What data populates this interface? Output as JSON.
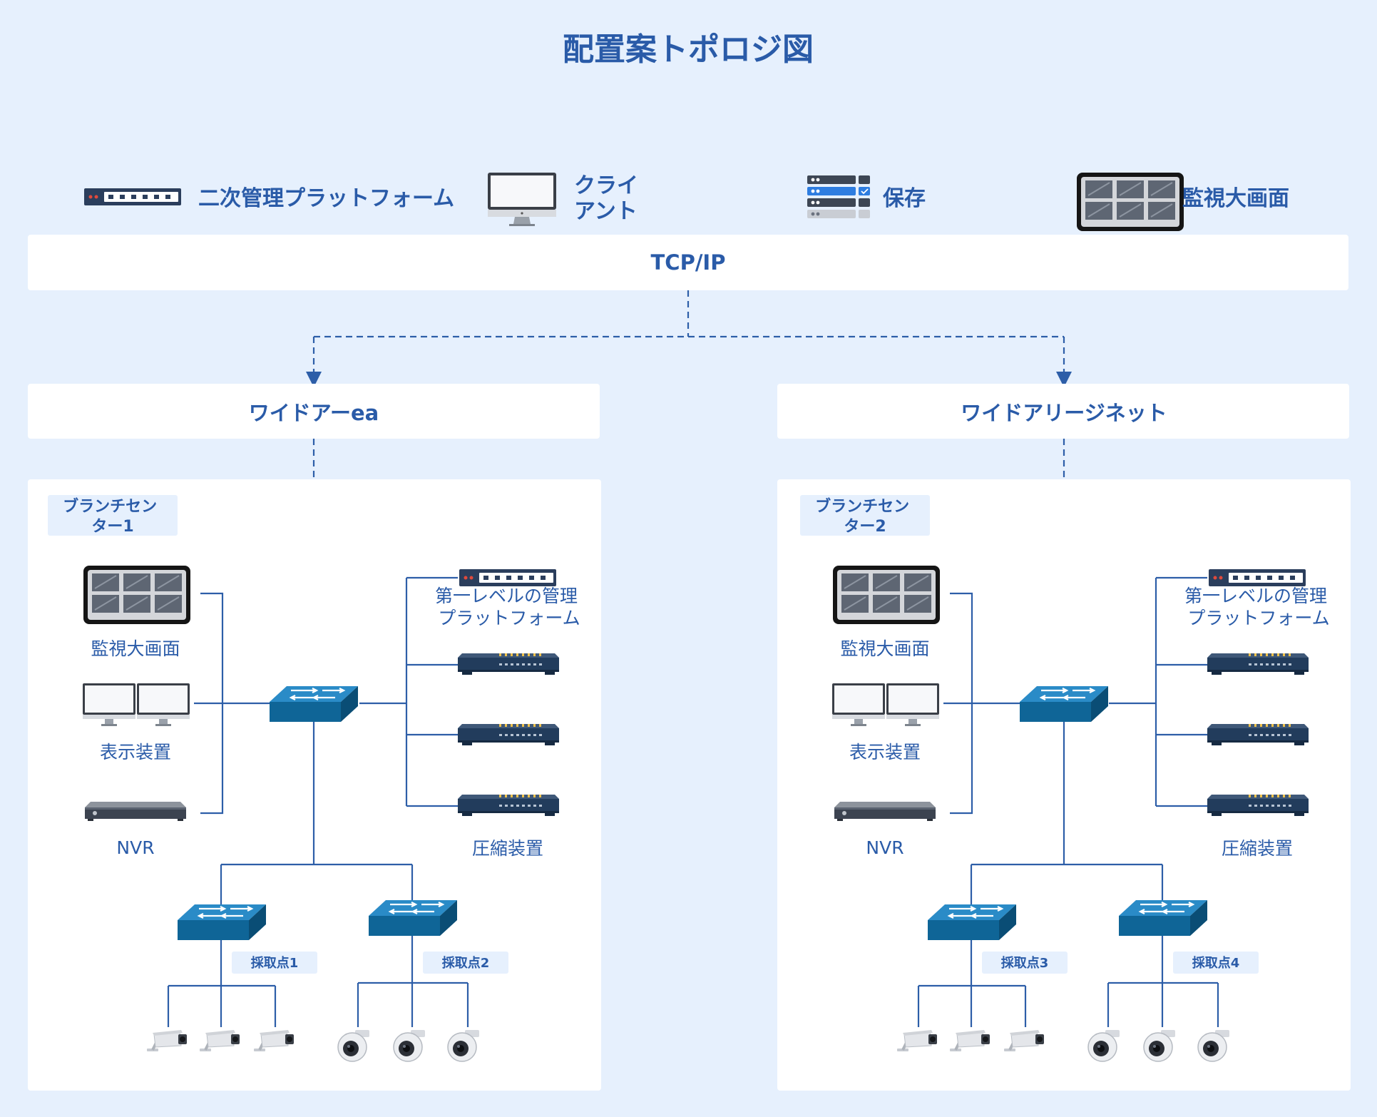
{
  "title": "配置案トポロジ図",
  "legend": [
    {
      "icon": "switch-panel-icon",
      "label": "二次管理プラットフォーム"
    },
    {
      "icon": "monitor-icon",
      "label_lines": [
        "クライ",
        "アント"
      ]
    },
    {
      "icon": "server-rack-icon",
      "label": "保存"
    },
    {
      "icon": "video-wall-icon",
      "label": "監視大画面"
    }
  ],
  "backbone": {
    "label": "TCP/IP"
  },
  "networks": [
    {
      "name": "ワイドアーea",
      "branch_lines": [
        "ブランチセン",
        "ター1"
      ],
      "left_devices": [
        "監視大画面",
        "表示装置",
        "NVR"
      ],
      "right_devices": {
        "top_lines": [
          "第一レベルの管理",
          "プラットフォーム"
        ],
        "bottom": "圧縮装置"
      },
      "points": [
        "採取点1",
        "採取点2"
      ]
    },
    {
      "name": "ワイドアリージネット",
      "branch_lines": [
        "ブランチセン",
        "ター2"
      ],
      "left_devices": [
        "監視大画面",
        "表示装置",
        "NVR"
      ],
      "right_devices": {
        "top_lines": [
          "第一レベルの管理",
          "プラットフォーム"
        ],
        "bottom": "圧縮装置"
      },
      "points": [
        "採取点3",
        "採取点4"
      ]
    }
  ],
  "colors": {
    "accent": "#2a5ba8",
    "background": "#e6f0fd",
    "switch": "#0f6597"
  }
}
